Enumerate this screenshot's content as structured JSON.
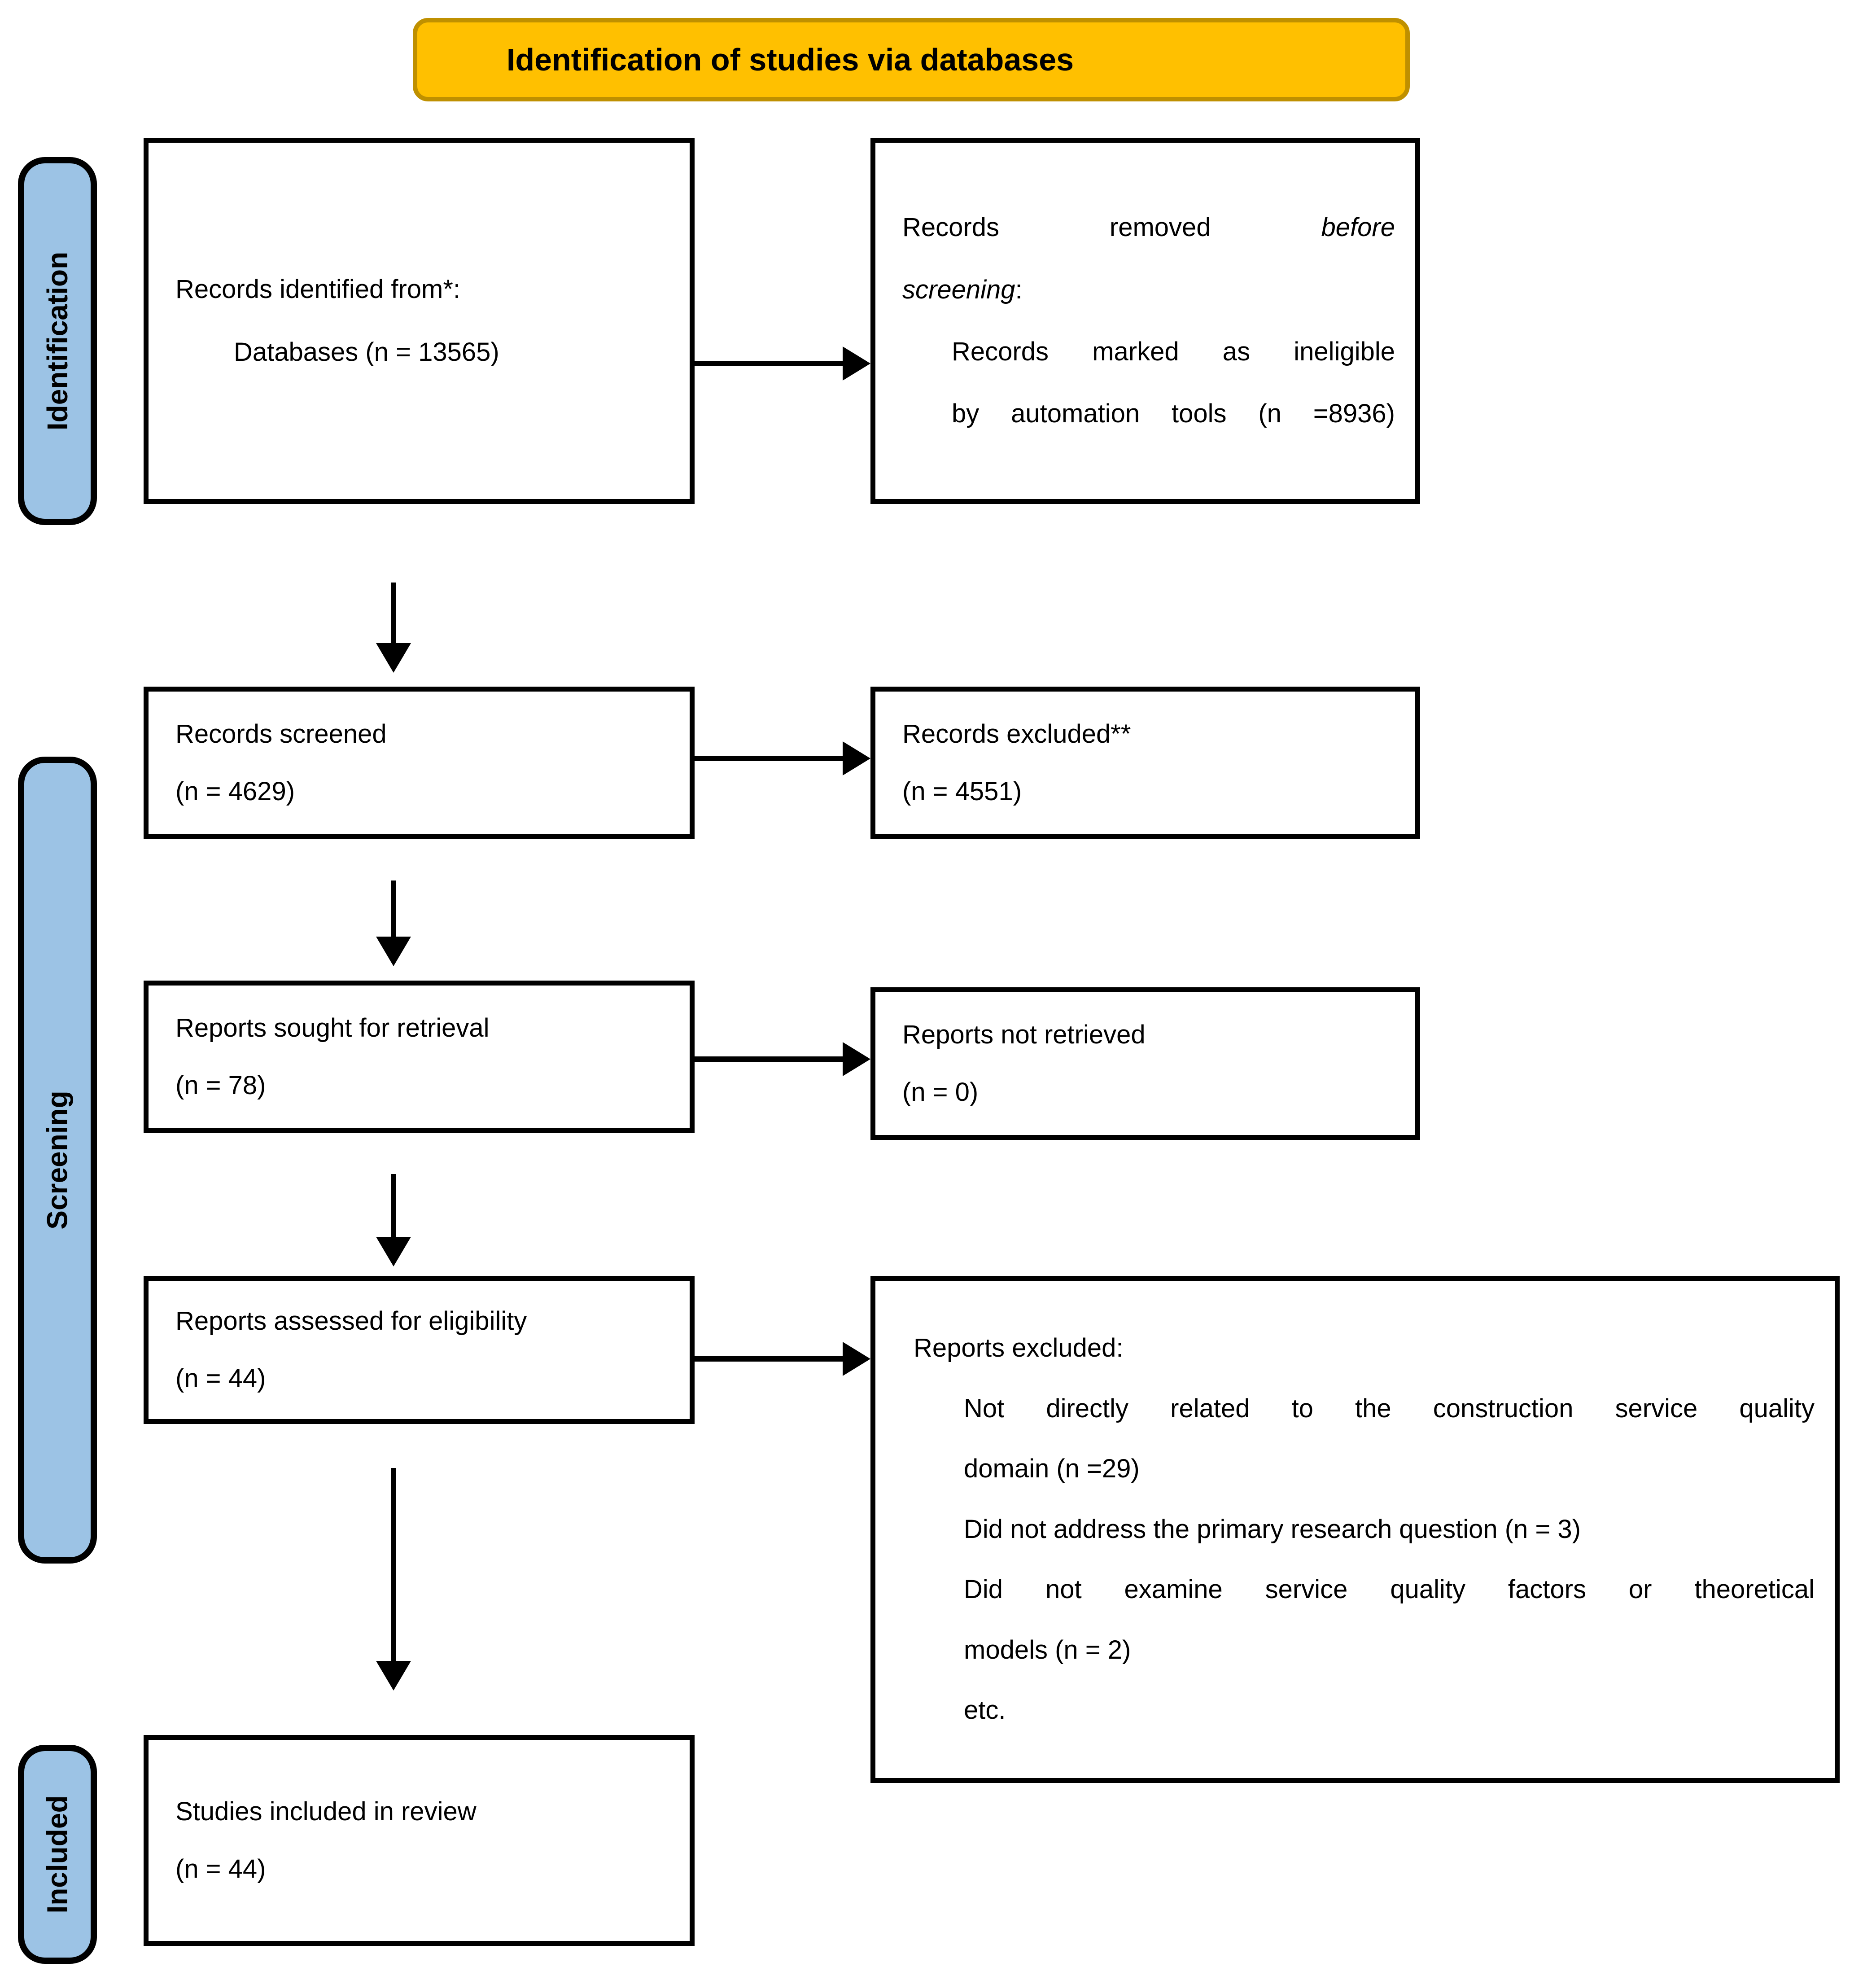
{
  "banner": {
    "title": "Identification of studies via databases",
    "fill_color": "#FFC000",
    "border_color": "#BF9000"
  },
  "sidebar": {
    "fill_color": "#9CC3E5",
    "border_color": "#000000",
    "items": [
      {
        "id": "identification",
        "label": "Identification"
      },
      {
        "id": "screening",
        "label": "Screening"
      },
      {
        "id": "included",
        "label": "Included"
      }
    ]
  },
  "boxes": {
    "identified": {
      "line1": "Records identified from*:",
      "line2": "Databases (n = 13565)"
    },
    "removed_before_screening": {
      "line1_text": "Records removed",
      "line1_italic": "before",
      "line2_italic": "screening",
      "line2_colon": ":",
      "line3": "Records marked as ineligible",
      "line4": "by automation tools (n =8936)"
    },
    "screened": {
      "line1": "Records screened",
      "line2": "(n = 4629)"
    },
    "excluded": {
      "line1": "Records excluded**",
      "line2": "(n = 4551)"
    },
    "sought": {
      "line1": "Reports sought for retrieval",
      "line2": "(n = 78)"
    },
    "not_retrieved": {
      "line1": "Reports not retrieved",
      "line2": "(n = 0)"
    },
    "assessed": {
      "line1": "Reports assessed for eligibility",
      "line2": "(n = 44)"
    },
    "reports_excluded": {
      "title": "Reports excluded:",
      "reason1a": "Not directly related to the construction service quality",
      "reason1b": "domain (n =29)",
      "reason2": "Did not address the primary research question (n = 3)",
      "reason3a": "Did not examine service quality factors or theoretical",
      "reason3b": "models (n = 2)",
      "etc": "etc."
    },
    "included_in_review": {
      "line1": "Studies included in review",
      "line2": "(n = 44)"
    }
  }
}
